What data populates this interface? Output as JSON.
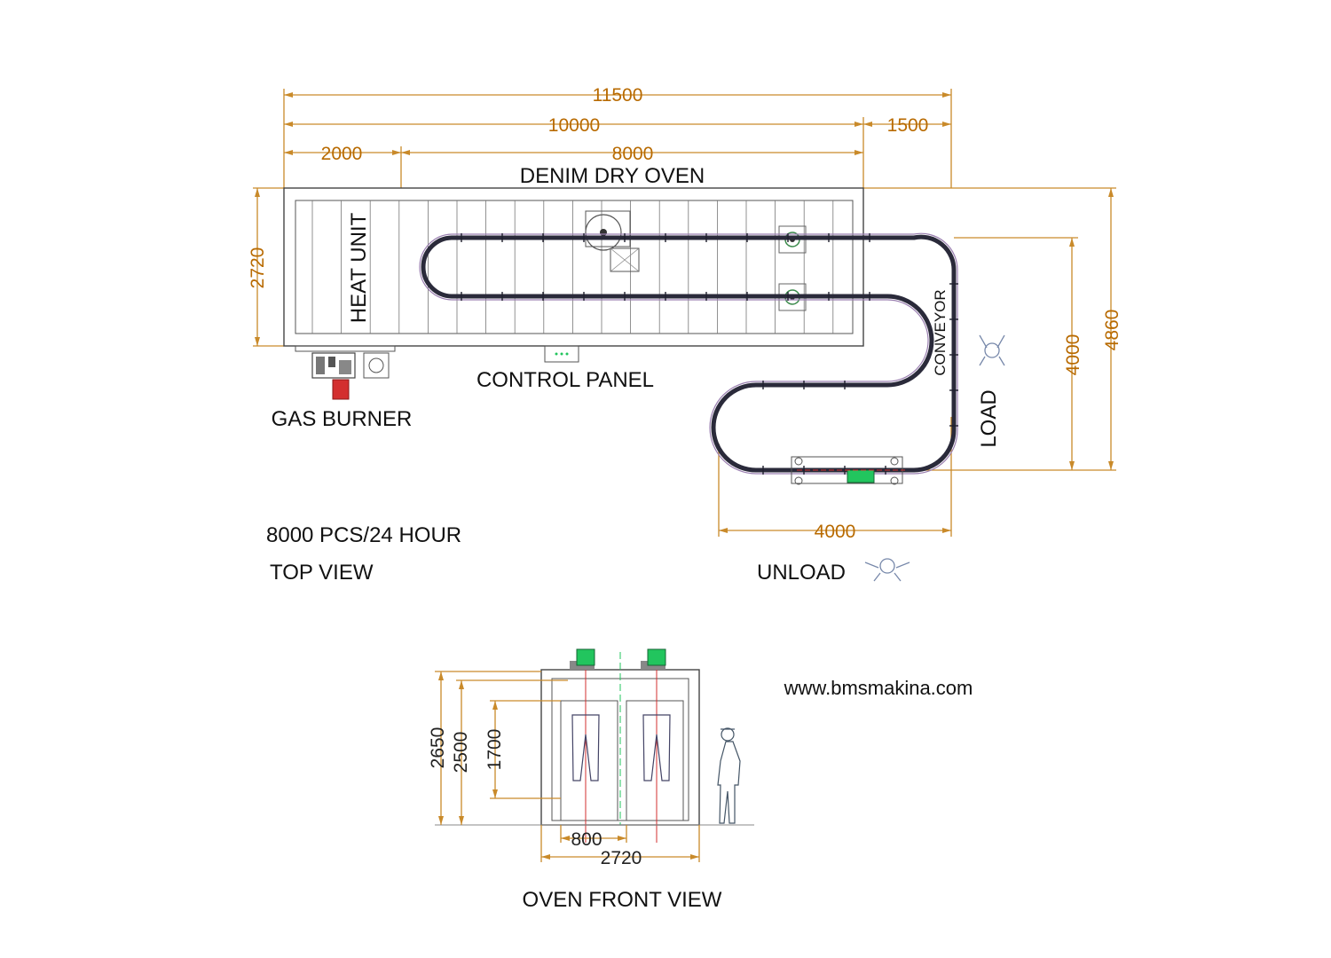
{
  "top_view": {
    "title": "DENIM DRY OVEN",
    "heat_unit": "HEAT UNIT",
    "control_panel": "CONTROL PANEL",
    "gas_burner": "GAS BURNER",
    "conveyor": "CONVEYOR",
    "load": "LOAD",
    "unload": "UNLOAD",
    "capacity": "8000 PCS/24 HOUR",
    "view_name": "TOP VIEW",
    "dims": {
      "total_length": "11500",
      "oven_length": "10000",
      "loading_length": "1500",
      "heat_unit_length": "2000",
      "dry_zone_length": "8000",
      "oven_width": "2720",
      "conveyor_depth": "4000",
      "total_depth": "4860",
      "loading_width": "4000"
    }
  },
  "front_view": {
    "view_name": "OVEN FRONT VIEW",
    "dims": {
      "total_height": "2650",
      "inner_height": "2500",
      "garment_height": "1700",
      "hanger_spacing": "800",
      "width": "2720"
    }
  },
  "website": "www.bmsmakina.com",
  "colors": {
    "dimension": "#b86a00",
    "motor": "#22c55e",
    "burner": "#d32f2f",
    "conveyor": "#2a2a3a"
  }
}
